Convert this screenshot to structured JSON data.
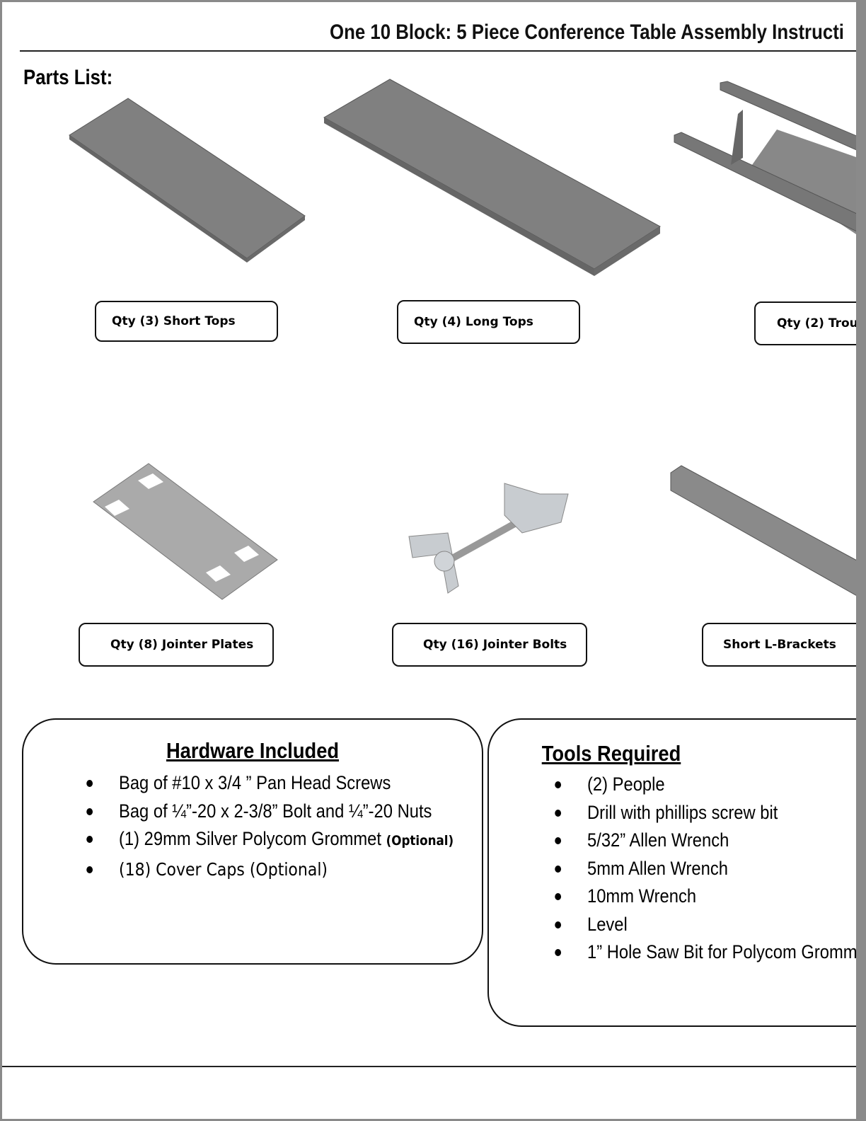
{
  "header": {
    "title": "One 10 Block: 5 Piece Conference Table Assembly Instructi"
  },
  "parts_list": {
    "heading": "Parts List:",
    "items": [
      {
        "label": "Qty (3) Short Tops",
        "icon": "short-top-panel"
      },
      {
        "label": "Qty (4) Long Tops",
        "icon": "long-top-panel"
      },
      {
        "label": "Qty (2) Trou",
        "icon": "trough"
      },
      {
        "label": "Qty (8) Jointer Plates",
        "icon": "jointer-plate"
      },
      {
        "label": "Qty (16) Jointer Bolts",
        "icon": "jointer-bolt"
      },
      {
        "label": "Short L-Brackets",
        "icon": "l-bracket"
      }
    ]
  },
  "hardware": {
    "heading": "Hardware Included",
    "items": [
      {
        "text": "Bag of #10 x 3/4 ” Pan Head Screws"
      },
      {
        "text": "Bag of ¼”-20 x 2-3/8” Bolt and ¼”-20 Nuts"
      },
      {
        "text": "(1) 29mm Silver Polycom Grommet ",
        "note": "(Optional)"
      },
      {
        "text": "(18) Cover Caps (Optional)"
      }
    ]
  },
  "tools": {
    "heading": "Tools Required",
    "items": [
      "(2) People",
      "Drill with phillips screw bit",
      "5/32” Allen Wrench",
      "5mm Allen Wrench",
      "10mm Wrench",
      "Level",
      "1” Hole Saw Bit for Polycom Gromm"
    ]
  }
}
